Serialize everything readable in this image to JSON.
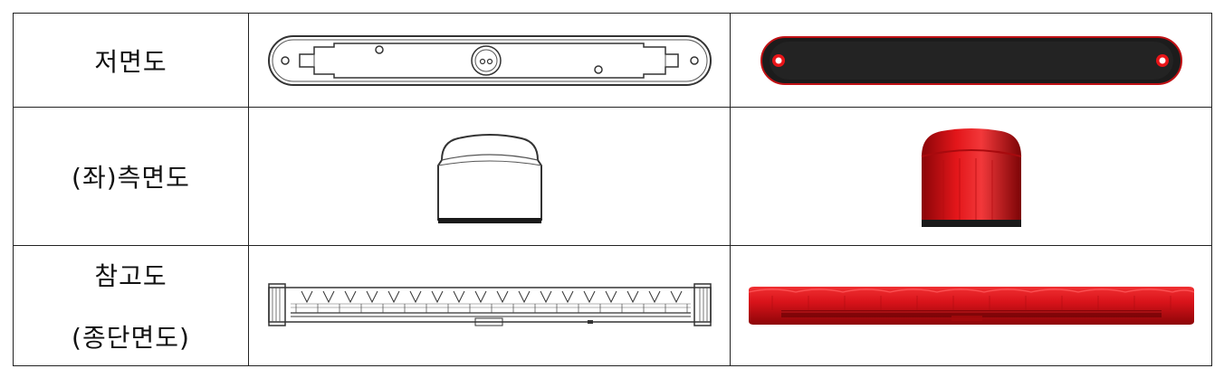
{
  "rows": [
    {
      "label": "저면도"
    },
    {
      "label": "(좌)측면도"
    },
    {
      "label_lines": [
        "참고도",
        "(종단면도)"
      ]
    }
  ],
  "colors": {
    "border": "#222222",
    "line_drawing": "#333333",
    "lamp_red": "#d40f12",
    "lamp_dark_red": "#7a0508",
    "base_black": "#1a1a1a"
  }
}
